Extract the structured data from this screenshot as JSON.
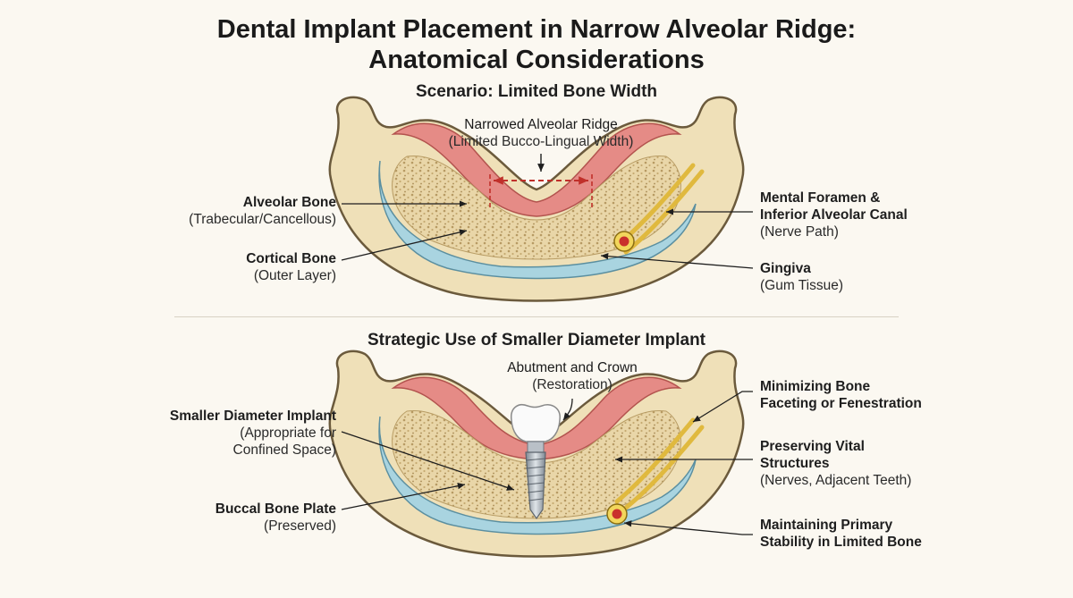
{
  "title_line1": "Dental Implant Placement in Narrow Alveolar Ridge:",
  "title_line2": "Anatomical Considerations",
  "top_panel": {
    "heading": "Scenario: Limited Bone Width",
    "ridge": {
      "title": "Narrowed Alveolar Ridge",
      "sub": "(Limited Bucco-Lingual Width)"
    },
    "alveolar_bone": {
      "title": "Alveolar Bone",
      "sub": "(Trabecular/Cancellous)"
    },
    "cortical_bone": {
      "title": "Cortical Bone",
      "sub": "(Outer Layer)"
    },
    "mental_foramen": {
      "title1": "Mental Foramen &",
      "title2": "Inferior Alveolar Canal",
      "sub": "(Nerve Path)"
    },
    "gingiva": {
      "title": "Gingiva",
      "sub": "(Gum Tissue)"
    }
  },
  "bottom_panel": {
    "heading": "Strategic Use of Smaller Diameter Implant",
    "abutment": {
      "title": "Abutment and Crown",
      "sub": "(Restoration)"
    },
    "smaller_implant": {
      "title": "Smaller Diameter Implant",
      "sub1": "(Appropriate for",
      "sub2": "Confined Space)"
    },
    "buccal_plate": {
      "title": "Buccal Bone Plate",
      "sub": "(Preserved)"
    },
    "minimizing": {
      "line1": "Minimizing Bone",
      "line2": "Faceting or Fenestration"
    },
    "preserving": {
      "line1": "Preserving Vital",
      "line2": "Structures",
      "sub": "(Nerves, Adjacent Teeth)"
    },
    "maintaining": {
      "line1": "Maintaining Primary",
      "line2": "Stability in Limited Bone"
    }
  },
  "colors": {
    "background": "#fbf8f1",
    "bone": "#efe0b8",
    "bone_outline": "#6b5a3c",
    "gingiva": "#e58b86",
    "cortical": "#a9d4e0",
    "trabecular": "#e3cfa2",
    "nerve": "#f2d65c",
    "canal_red": "#c9302c",
    "dimension_red": "#c0302a",
    "implant": "#9aa3ad"
  }
}
